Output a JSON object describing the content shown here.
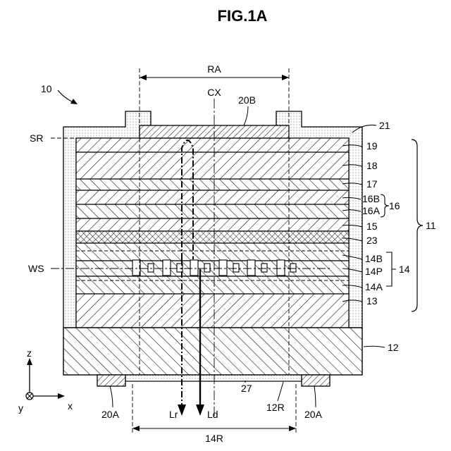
{
  "title": "FIG.1A",
  "labels": {
    "device": "10",
    "ra": "RA",
    "cx": "CX",
    "electrode_top": "20B",
    "passivation": "21",
    "sr": "SR",
    "ws": "WS",
    "layer_19": "19",
    "layer_18": "18",
    "layer_17": "17",
    "layer_16b": "16B",
    "layer_16": "16",
    "layer_16a": "16A",
    "layer_15": "15",
    "stack_11": "11",
    "layer_23": "23",
    "layer_14b": "14B",
    "layer_14p": "14P",
    "layer_14": "14",
    "layer_14a": "14A",
    "layer_13": "13",
    "substrate": "12",
    "electrode_left": "20A",
    "electrode_right": "20A",
    "film_27": "27",
    "region_12r": "12R",
    "beam_lr": "Lr",
    "beam_ld": "Ld",
    "width_14r": "14R",
    "axis_z": "z",
    "axis_x": "x",
    "axis_y": "y"
  }
}
